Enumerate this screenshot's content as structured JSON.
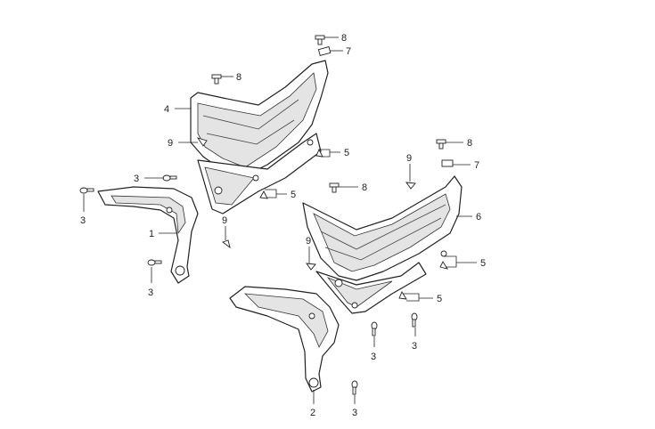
{
  "diagram": {
    "type": "exploded-parts-diagram",
    "callouts": {
      "c8a": "8",
      "c7a": "7",
      "c8b": "8",
      "c4": "4",
      "c9a": "9",
      "c5a": "5",
      "c3a": "3",
      "c5b": "5",
      "c3b": "3",
      "c1": "1",
      "c9b": "9",
      "c9c": "9",
      "c8c": "8",
      "c7b": "7",
      "c8d": "8",
      "c6": "6",
      "c9d": "9",
      "c5c": "5",
      "c3c": "3",
      "c5d": "5",
      "c3d": "3",
      "c3e": "3",
      "c2": "2",
      "c3f": "3"
    }
  }
}
